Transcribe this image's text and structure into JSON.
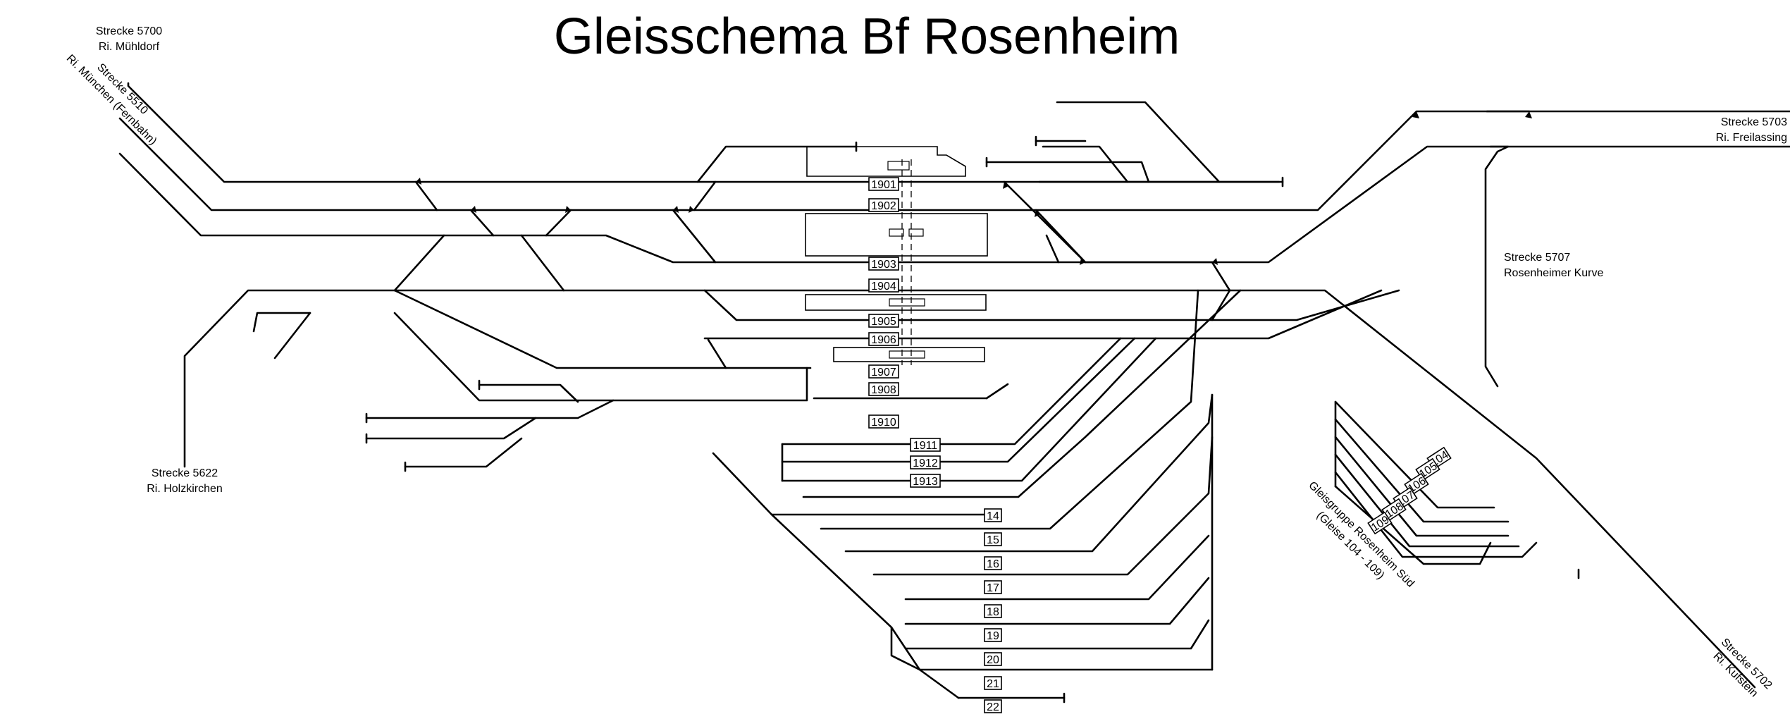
{
  "title": "Gleisschema Bf Rosenheim",
  "lines": {
    "l5700": [
      "Strecke 5700",
      "Ri. Mühldorf"
    ],
    "l5510": [
      "Strecke 5510",
      "Ri. München (Fernbahn)"
    ],
    "l5622": [
      "Strecke 5622",
      "Ri. Holzkirchen"
    ],
    "l5703": [
      "Strecke 5703",
      "Ri. Freilassing"
    ],
    "l5707": [
      "Strecke 5707",
      "Rosenheimer Kurve"
    ],
    "l5702": [
      "Strecke 5702",
      "Ri. Kufstein"
    ],
    "sued": [
      "Gleisgruppe Rosenheim Süd",
      "(Gleise 104 - 109)"
    ]
  },
  "tracks": [
    "1901",
    "1902",
    "1903",
    "1904",
    "1905",
    "1906",
    "1907",
    "1908",
    "1910",
    "1911",
    "1912",
    "1913",
    "14",
    "15",
    "16",
    "17",
    "18",
    "19",
    "20",
    "21",
    "22"
  ],
  "sued_tracks": [
    "104",
    "105",
    "106",
    "107",
    "108",
    "109"
  ],
  "colors": {
    "ink": "#000000",
    "paper": "#ffffff"
  }
}
